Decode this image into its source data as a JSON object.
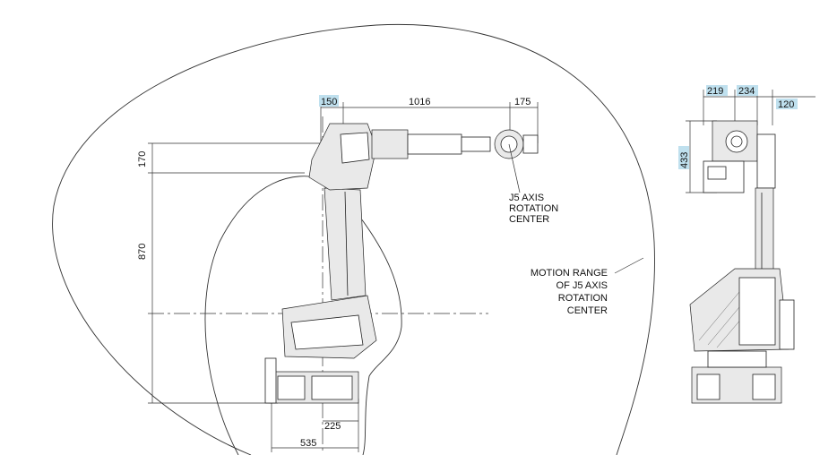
{
  "side_view": {
    "dims": {
      "d150": "150",
      "d1016": "1016",
      "d175": "175",
      "d170": "170",
      "d870": "870",
      "d225": "225",
      "d535": "535"
    },
    "labels": {
      "j5_line1": "J5 AXIS",
      "j5_line2": "ROTATION",
      "j5_line3": "CENTER",
      "motion_line1": "MOTION RANGE",
      "motion_line2": "OF J5 AXIS",
      "motion_line3": "ROTATION",
      "motion_line4": "CENTER"
    }
  },
  "front_view": {
    "dims": {
      "d219": "219",
      "d234": "234",
      "d120": "120",
      "d433": "433"
    }
  },
  "colors": {
    "highlight": "#bfe0ee",
    "line": "#333333"
  }
}
